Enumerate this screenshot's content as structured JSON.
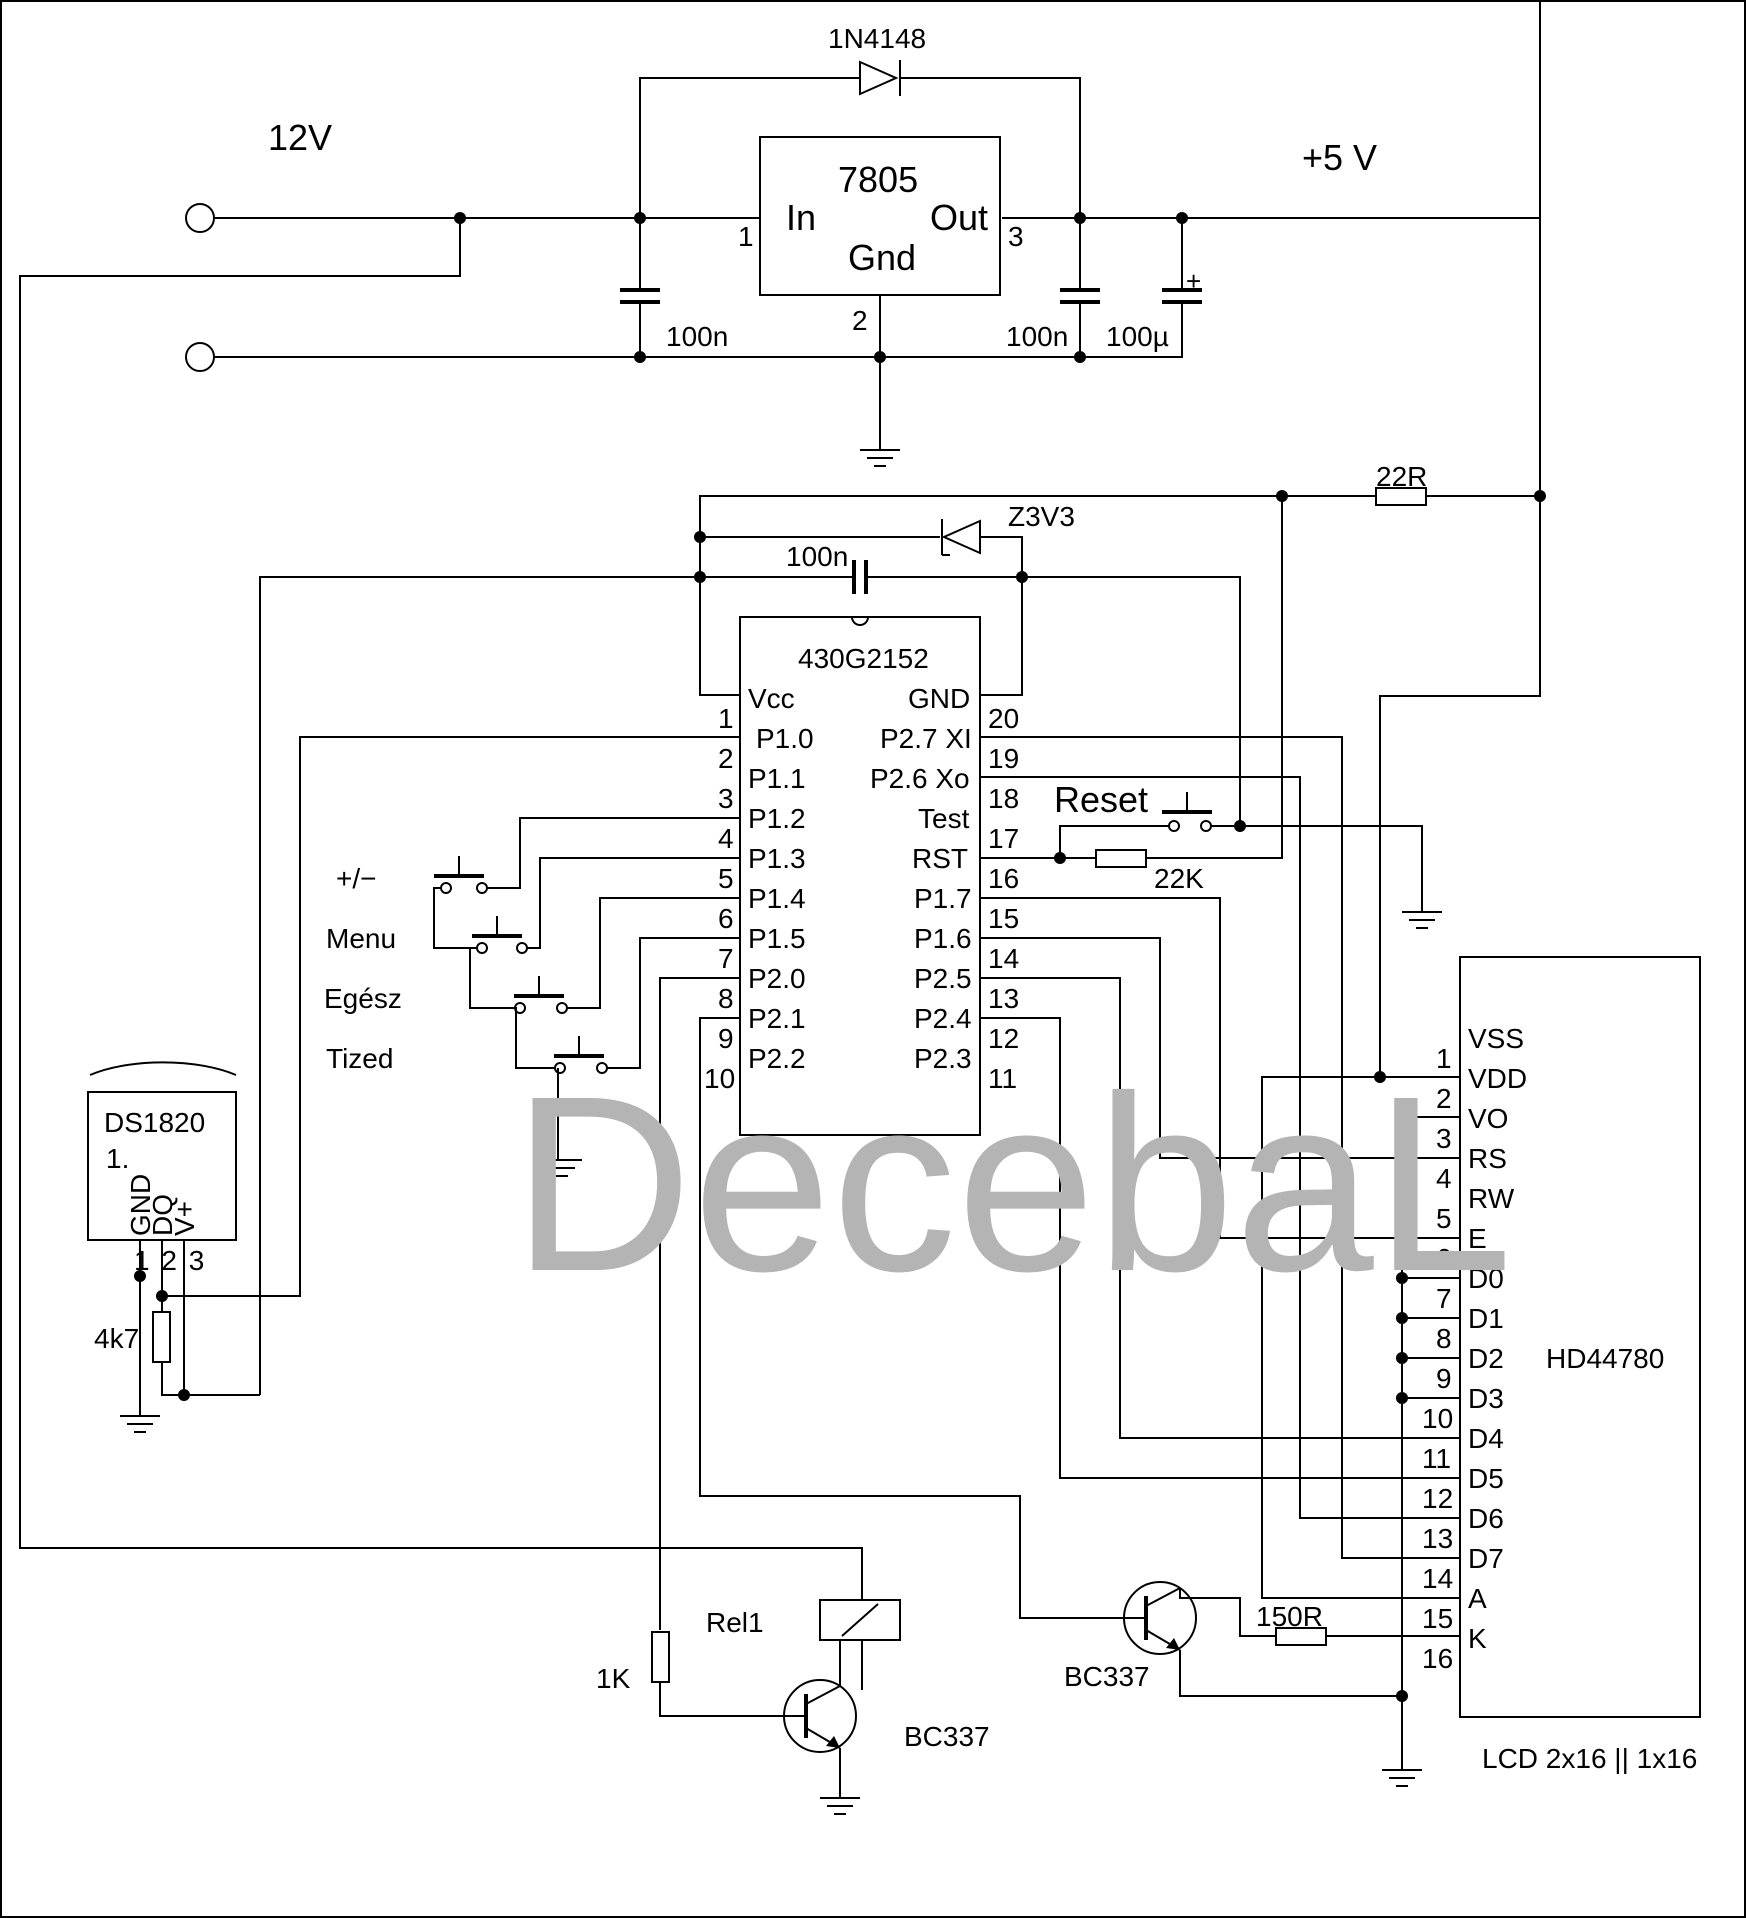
{
  "labels": {
    "v12": "12V",
    "v5": "+5 V",
    "diode_top": "1N4148",
    "regulator": "7805",
    "reg_in": "In",
    "reg_out": "Out",
    "reg_gnd": "Gnd",
    "reg_pin1": "1",
    "reg_pin2": "2",
    "reg_pin3": "3",
    "cap_in": "100n",
    "cap_out": "100n",
    "cap_elko": "100µ",
    "r22": "22R",
    "zener": "Z3V3",
    "cap_mcu": "100n",
    "mcu": "430G2152",
    "reset": "Reset",
    "r22k": "22K",
    "btn_plusminus": "+/−",
    "btn_menu": "Menu",
    "btn_egesz": "Egész",
    "btn_tized": "Tized",
    "sensor": "DS1820",
    "sensor_pin1_mark": "1.",
    "sensor_gnd": "GND",
    "sensor_dq": "DQ",
    "sensor_vplus": "V+",
    "sensor_pins": "1 2 3",
    "r4k7": "4k7",
    "relay": "Rel1",
    "r1k": "1K",
    "transistor1": "BC337",
    "transistor2": "BC337",
    "r150": "150R",
    "lcd_ctrl": "HD44780",
    "lcd_caption": "LCD 2x16 || 1x16",
    "watermark": "DecebaL"
  },
  "mcu_left_pins": [
    {
      "num": "1",
      "name": "Vcc"
    },
    {
      "num": "2",
      "name": "P1.0"
    },
    {
      "num": "3",
      "name": "P1.1"
    },
    {
      "num": "4",
      "name": "P1.2"
    },
    {
      "num": "5",
      "name": "P1.3"
    },
    {
      "num": "6",
      "name": "P1.4"
    },
    {
      "num": "7",
      "name": "P1.5"
    },
    {
      "num": "8",
      "name": "P2.0"
    },
    {
      "num": "9",
      "name": "P2.1"
    },
    {
      "num": "10",
      "name": "P2.2"
    }
  ],
  "mcu_right_pins": [
    {
      "num": "20",
      "name": "GND"
    },
    {
      "num": "19",
      "name": "P2.7 XI"
    },
    {
      "num": "18",
      "name": "P2.6 Xo"
    },
    {
      "num": "17",
      "name": "Test"
    },
    {
      "num": "16",
      "name": "RST"
    },
    {
      "num": "15",
      "name": "P1.7"
    },
    {
      "num": "14",
      "name": "P1.6"
    },
    {
      "num": "13",
      "name": "P2.5"
    },
    {
      "num": "12",
      "name": "P2.4"
    },
    {
      "num": "11",
      "name": "P2.3"
    }
  ],
  "lcd_pins": [
    {
      "num": "1",
      "name": "VSS"
    },
    {
      "num": "2",
      "name": "VDD"
    },
    {
      "num": "3",
      "name": "VO"
    },
    {
      "num": "4",
      "name": "RS"
    },
    {
      "num": "5",
      "name": "RW"
    },
    {
      "num": "6",
      "name": "E"
    },
    {
      "num": "7",
      "name": "D0"
    },
    {
      "num": "8",
      "name": "D1"
    },
    {
      "num": "9",
      "name": "D2"
    },
    {
      "num": "10",
      "name": "D3"
    },
    {
      "num": "11",
      "name": "D4"
    },
    {
      "num": "12",
      "name": "D5"
    },
    {
      "num": "13",
      "name": "D6"
    },
    {
      "num": "14",
      "name": "D7"
    },
    {
      "num": "15",
      "name": "A"
    },
    {
      "num": "16",
      "name": "K"
    }
  ]
}
